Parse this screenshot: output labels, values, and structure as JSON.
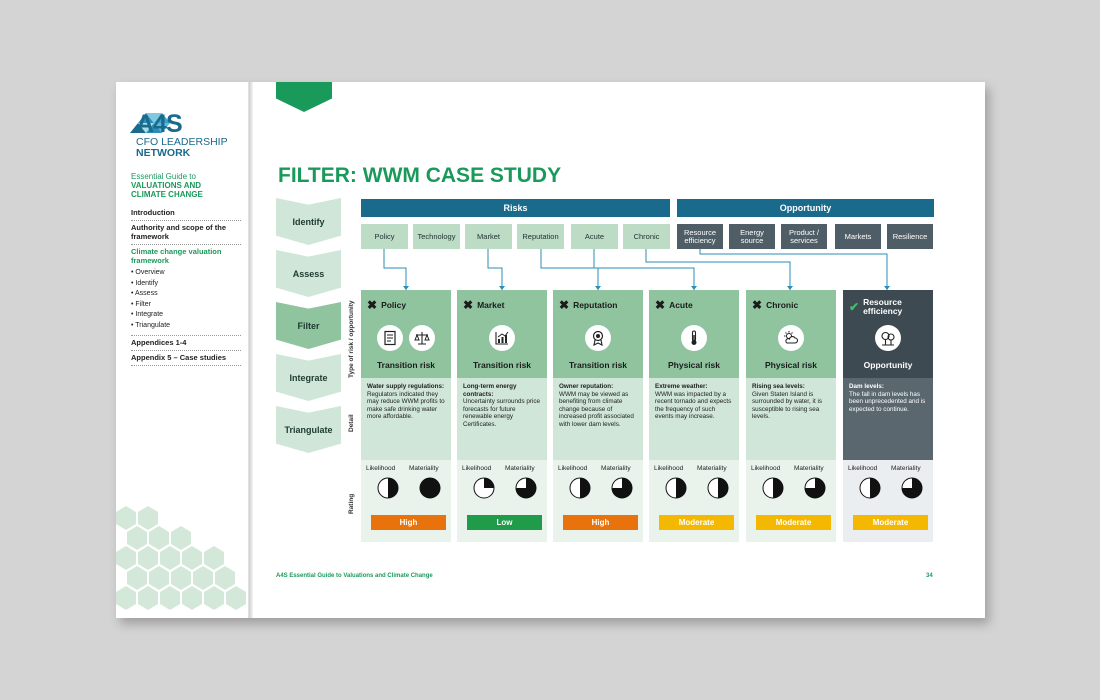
{
  "brand": {
    "logo_main": "A4S",
    "logo_line1": "CFO LEADERSHIP",
    "logo_line2": "NETWORK",
    "guide_line1": "Essential Guide to",
    "guide_line2": "VALUATIONS AND",
    "guide_line3": "CLIMATE CHANGE"
  },
  "sidebar": {
    "introduction": "Introduction",
    "authority": "Authority and scope of the framework",
    "framework": "Climate change valuation framework",
    "sub": [
      "Overview",
      "Identify",
      "Assess",
      "Filter",
      "Integrate",
      "Triangulate"
    ],
    "appendices": "Appendices 1-4",
    "appendix5": "Appendix 5 – Case studies"
  },
  "page": {
    "title": "FILTER: WWM CASE STUDY",
    "footer": "A4S Essential Guide to Valuations and Climate Change",
    "page_number": "34"
  },
  "steps": [
    "Identify",
    "Assess",
    "Filter",
    "Integrate",
    "Triangulate"
  ],
  "headers": {
    "risks": "Risks",
    "opportunity": "Opportunity"
  },
  "risk_chips": [
    "Policy",
    "Technology",
    "Market",
    "Reputation",
    "Acute",
    "Chronic"
  ],
  "opp_chips": [
    "Resource efficiency",
    "Energy source",
    "Product / services",
    "Markets",
    "Resilience"
  ],
  "row_labels": {
    "type": "Type of risk / opportunity",
    "detail": "Detail",
    "rating": "Rating"
  },
  "rating_labels": {
    "likelihood": "Likelihood",
    "materiality": "Materiality"
  },
  "colors": {
    "green": "#1a9a5a",
    "teal": "#1a6a8c",
    "high": "#e8730c",
    "low": "#1f9b4a",
    "moderate": "#f5b800"
  },
  "cards": [
    {
      "name": "Policy",
      "mark": "✖",
      "type": "Transition risk",
      "icons": [
        "document-icon",
        "scales-icon"
      ],
      "detail_title": "Water supply regulations:",
      "detail": "Regulators indicated they may reduce WWM profits to make safe drinking water more affordable.",
      "likelihood": 0.5,
      "materiality": 1.0,
      "rating": "High",
      "rating_color": "#e8730c"
    },
    {
      "name": "Market",
      "mark": "✖",
      "type": "Transition risk",
      "icons": [
        "chart-icon"
      ],
      "detail_title": "Long-term energy contracts:",
      "detail": "Uncertainty surrounds price forecasts for future renewable energy Certificates.",
      "likelihood": 0.25,
      "materiality": 0.75,
      "rating": "Low",
      "rating_color": "#1f9b4a"
    },
    {
      "name": "Reputation",
      "mark": "✖",
      "type": "Transition risk",
      "icons": [
        "award-icon"
      ],
      "detail_title": "Owner reputation:",
      "detail": "WWM may be viewed as benefiting from climate change because of increased profit associated with lower dam levels.",
      "likelihood": 0.5,
      "materiality": 0.75,
      "rating": "High",
      "rating_color": "#e8730c"
    },
    {
      "name": "Acute",
      "mark": "✖",
      "type": "Physical risk",
      "icons": [
        "thermometer-icon"
      ],
      "detail_title": "Extreme weather:",
      "detail": "WWM was impacted by a recent tornado and expects the frequency of such events may increase.",
      "likelihood": 0.5,
      "materiality": 0.5,
      "rating": "Moderate",
      "rating_color": "#f5b800"
    },
    {
      "name": "Chronic",
      "mark": "✖",
      "type": "Physical risk",
      "icons": [
        "weather-icon"
      ],
      "detail_title": "Rising sea levels:",
      "detail": "Given Staten Island is surrounded by water, it is susceptible to rising sea levels.",
      "likelihood": 0.5,
      "materiality": 0.75,
      "rating": "Moderate",
      "rating_color": "#f5b800"
    },
    {
      "name": "Resource efficiency",
      "mark": "✔",
      "type": "Opportunity",
      "icons": [
        "trees-icon"
      ],
      "detail_title": "Dam levels:",
      "detail": "The fall in dam levels has been unprecedented and is expected to continue.",
      "likelihood": 0.5,
      "materiality": 0.75,
      "rating": "Moderate",
      "rating_color": "#f5b800",
      "dark": true
    }
  ]
}
